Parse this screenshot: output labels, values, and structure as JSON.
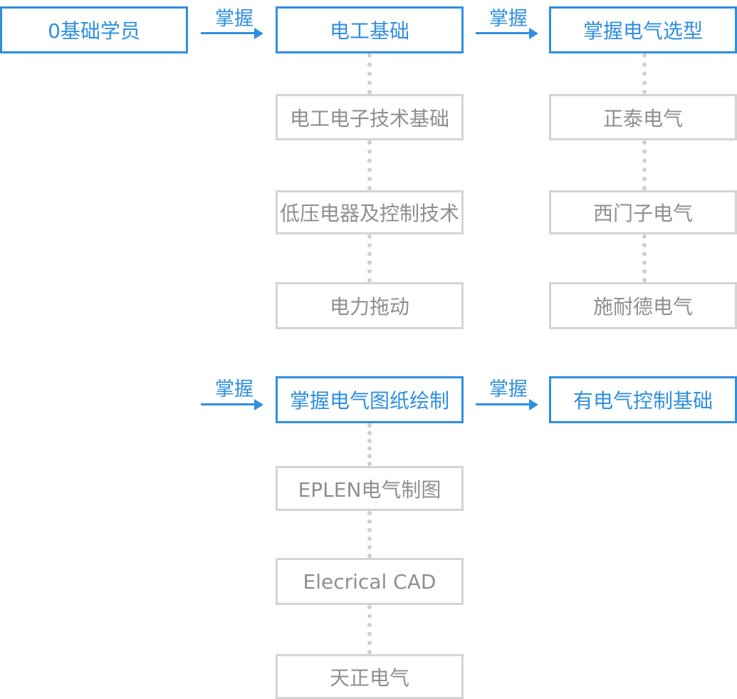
{
  "flow_row1": {
    "start": "0基础学员",
    "arrow1_label": "掌握",
    "step1": "电工基础",
    "arrow2_label": "掌握",
    "step2": "掌握电气选型"
  },
  "step1_topics": [
    "电工电子技术基础",
    "低压电器及控制技术",
    "电力拖动"
  ],
  "step2_topics": [
    "正泰电气",
    "西门子电气",
    "施耐德电气"
  ],
  "flow_row2": {
    "arrow1_label": "掌握",
    "step3": "掌握电气图纸绘制",
    "arrow2_label": "掌握",
    "step4": "有电气控制基础"
  },
  "step3_topics": [
    "EPLEN电气制图",
    "Elecrical CAD",
    "天正电气"
  ],
  "colors": {
    "primary": "#2f8fe0",
    "secondary_border": "#d4d4d4",
    "secondary_text": "#8f8f8f",
    "connector": "#cfcfcf"
  }
}
